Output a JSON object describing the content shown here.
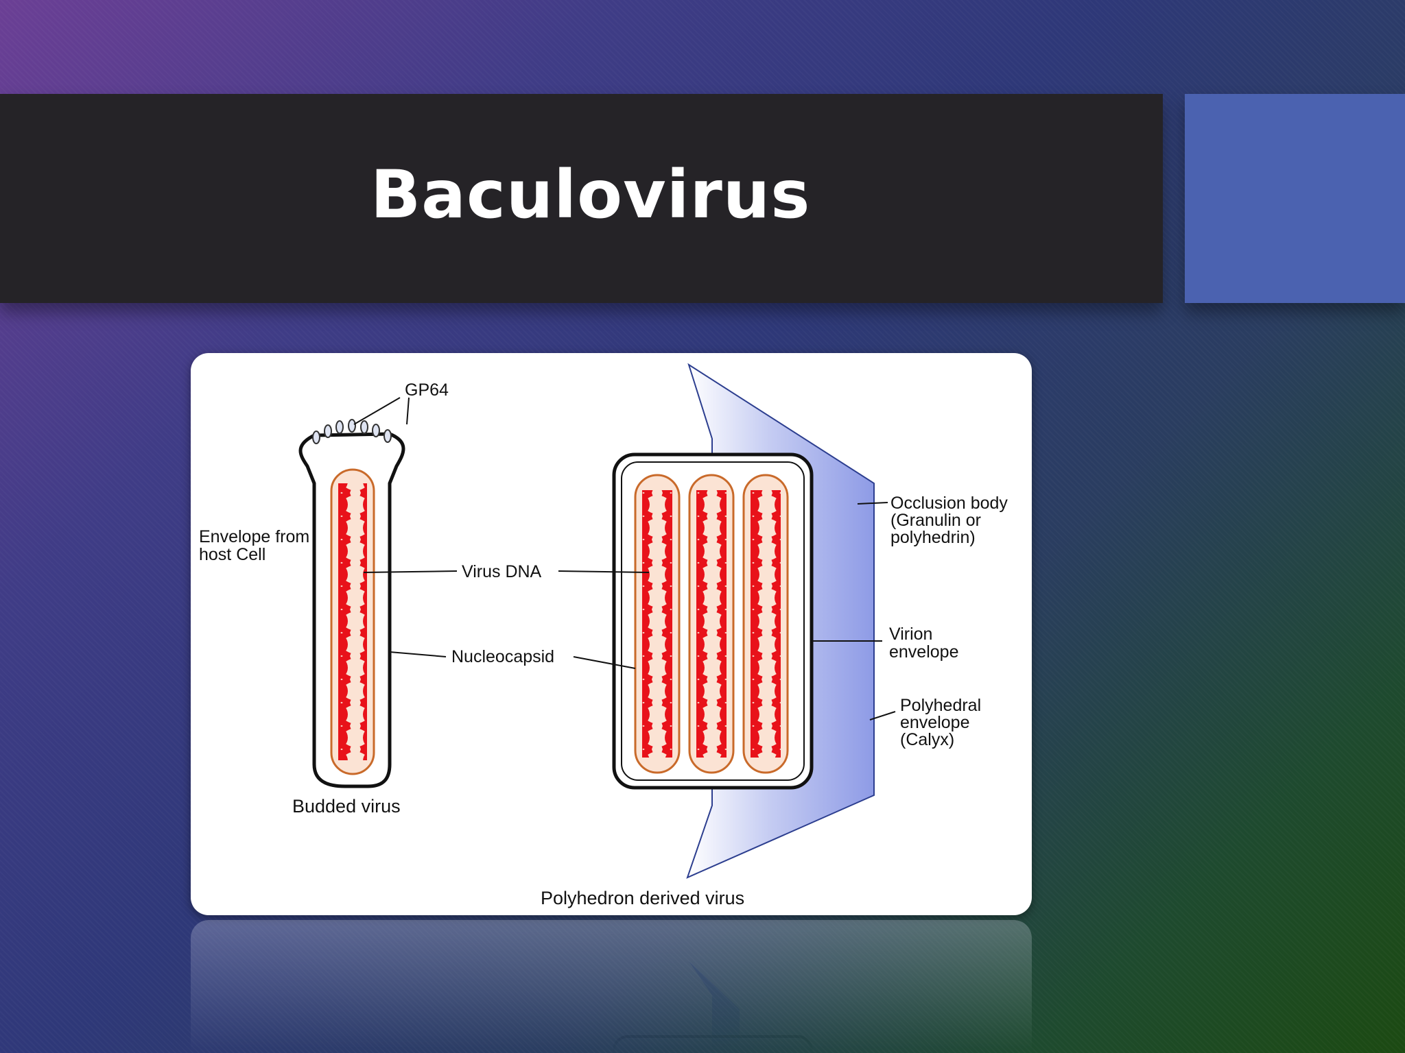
{
  "slide": {
    "title": "Baculovirus"
  },
  "diagram": {
    "labels": {
      "gp64": "GP64",
      "envelope_line1": "Envelope from",
      "envelope_line2": "host Cell",
      "virus_dna": "Virus DNA",
      "nucleocapsid": "Nucleocapsid",
      "budded_virus": "Budded virus",
      "occlusion_line1": "Occlusion body",
      "occlusion_line2": "(Granulin or",
      "occlusion_line3": "polyhedrin)",
      "virion_line1": "Virion",
      "virion_line2": "envelope",
      "polyhedral_line1": "Polyhedral",
      "polyhedral_line2": "envelope",
      "polyhedral_line3": "(Calyx)",
      "polyhedron_virus": "Polyhedron derived virus"
    },
    "colors": {
      "dna_red": "#e8121a",
      "capsid_fill": "#fbe3d4",
      "capsid_outline": "#c96a2a",
      "polyhedron_blue": "#9aa6e8"
    }
  }
}
